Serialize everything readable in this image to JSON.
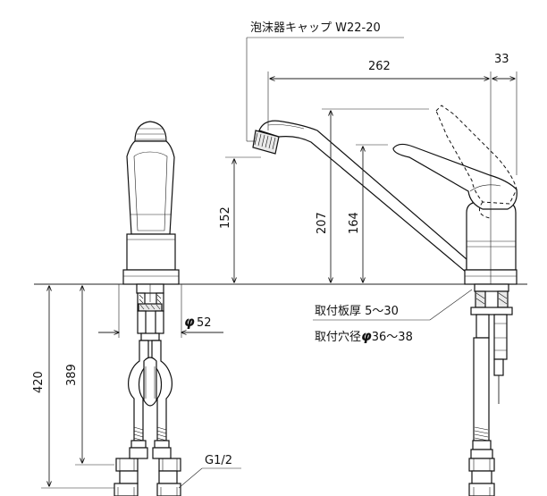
{
  "labels": {
    "aerator_cap": "泡沫器キャップ W22-20",
    "plate_thickness": "取付板厚 5〜30",
    "hole_diameter_prefix": "取付穴径",
    "hole_diameter_value": "36〜38",
    "phi_symbol": "φ",
    "base_diameter_value": "52",
    "thread_size": "G1/2"
  },
  "dimensions": {
    "spout_reach": "262",
    "lever_reach": "33",
    "spout_height": "152",
    "lever_height": "207",
    "body_height": "164",
    "hose_length_total": "420",
    "hose_length_inner": "389"
  }
}
